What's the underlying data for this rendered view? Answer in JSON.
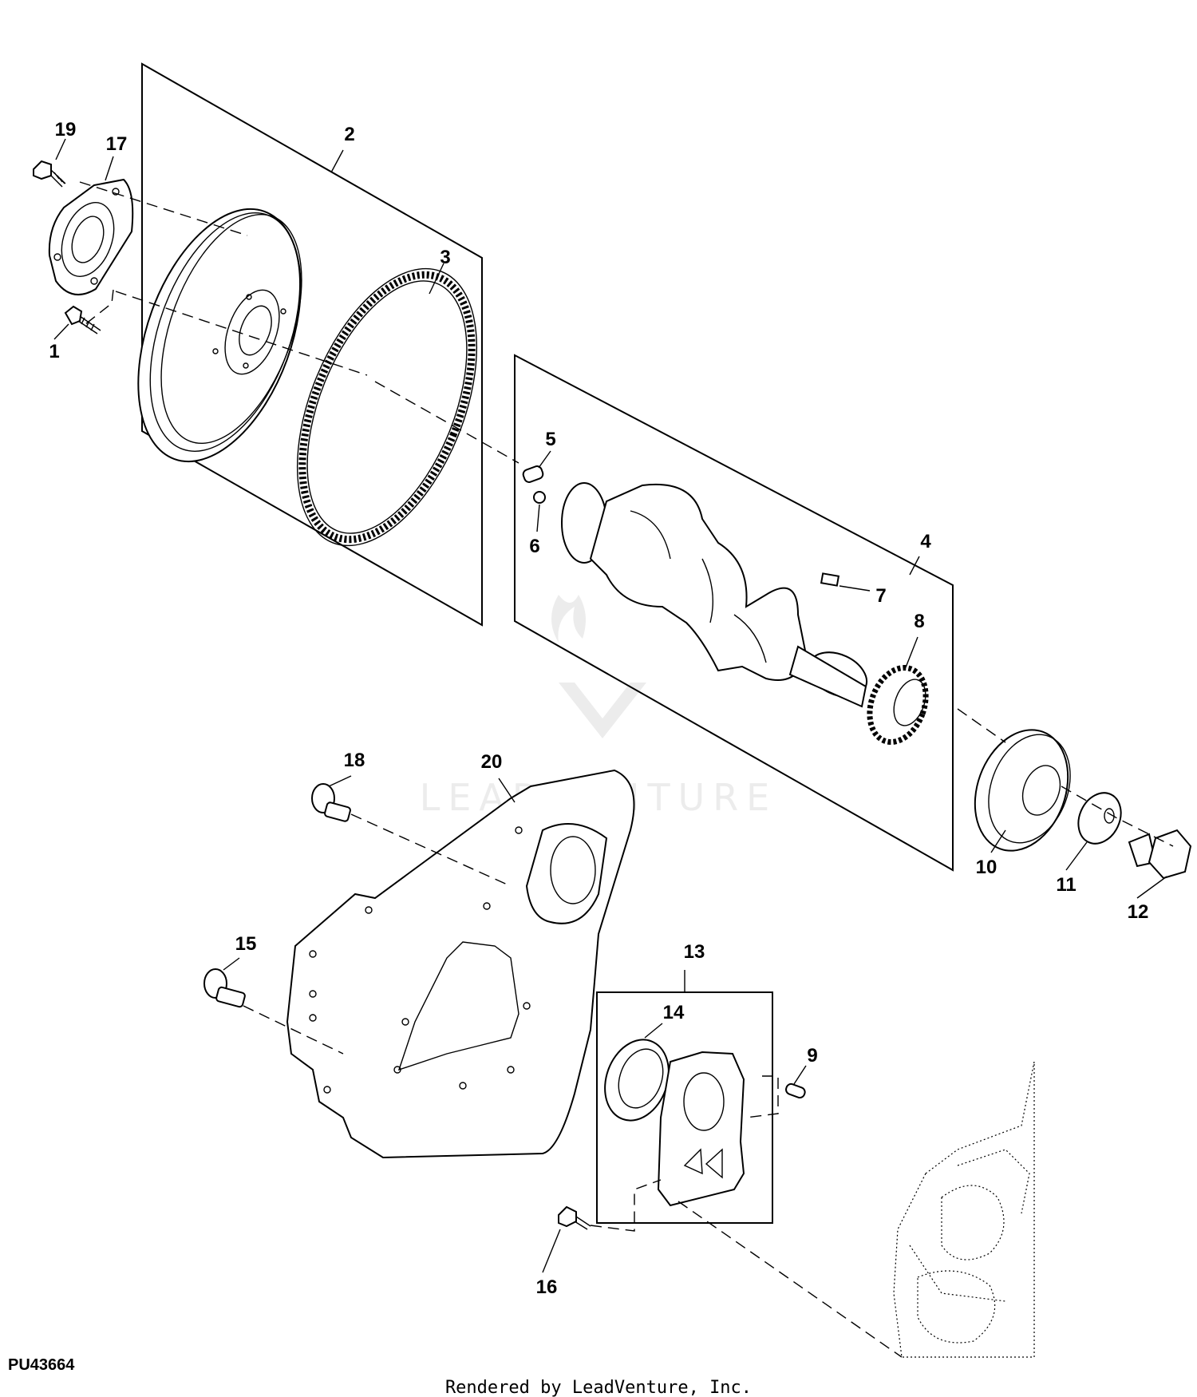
{
  "diagram": {
    "figure_id": "PU43664",
    "footer": "Rendered by LeadVenture, Inc.",
    "watermark": "LEADVENTURE",
    "callouts": [
      {
        "id": "c1",
        "label": "1"
      },
      {
        "id": "c2",
        "label": "2"
      },
      {
        "id": "c3",
        "label": "3"
      },
      {
        "id": "c4",
        "label": "4"
      },
      {
        "id": "c5",
        "label": "5"
      },
      {
        "id": "c6",
        "label": "6"
      },
      {
        "id": "c7",
        "label": "7"
      },
      {
        "id": "c8",
        "label": "8"
      },
      {
        "id": "c9",
        "label": "9"
      },
      {
        "id": "c10",
        "label": "10"
      },
      {
        "id": "c11",
        "label": "11"
      },
      {
        "id": "c12",
        "label": "12"
      },
      {
        "id": "c13",
        "label": "13"
      },
      {
        "id": "c14",
        "label": "14"
      },
      {
        "id": "c15",
        "label": "15"
      },
      {
        "id": "c16",
        "label": "16"
      },
      {
        "id": "c17",
        "label": "17"
      },
      {
        "id": "c18",
        "label": "18"
      },
      {
        "id": "c19",
        "label": "19"
      },
      {
        "id": "c20",
        "label": "20"
      }
    ]
  }
}
